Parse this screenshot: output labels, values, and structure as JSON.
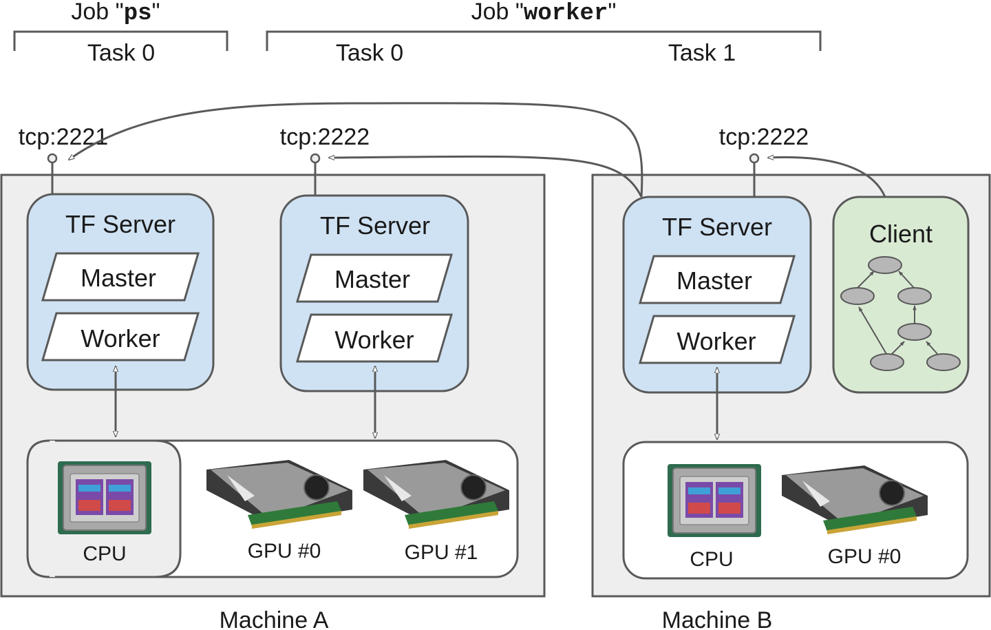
{
  "jobs": {
    "ps": {
      "prefix": "Job ",
      "quote_open": "\"",
      "name": "ps",
      "quote_close": "\"",
      "tasks": [
        "Task 0"
      ]
    },
    "worker": {
      "prefix": "Job ",
      "quote_open": "\"",
      "name": "worker",
      "quote_close": "\"",
      "tasks": [
        "Task 0",
        "Task 1"
      ]
    }
  },
  "ports": {
    "a_ps": "tcp:2221",
    "a_worker": "tcp:2222",
    "b_worker": "tcp:2222"
  },
  "machines": {
    "a": {
      "label": "Machine A",
      "servers": [
        {
          "title": "TF Server",
          "master": "Master",
          "worker": "Worker"
        },
        {
          "title": "TF Server",
          "master": "Master",
          "worker": "Worker"
        }
      ],
      "devices": {
        "cpu": "CPU",
        "gpu0": "GPU #0",
        "gpu1": "GPU #1"
      }
    },
    "b": {
      "label": "Machine B",
      "server": {
        "title": "TF Server",
        "master": "Master",
        "worker": "Worker"
      },
      "client": "Client",
      "devices": {
        "cpu": "CPU",
        "gpu0": "GPU #0"
      }
    }
  },
  "colors": {
    "machine_bg": "#eeeeee",
    "server_bg": "#cfe2f3",
    "client_bg": "#d9ead3",
    "stroke": "#595959",
    "node_fill": "#b7b7b7"
  }
}
